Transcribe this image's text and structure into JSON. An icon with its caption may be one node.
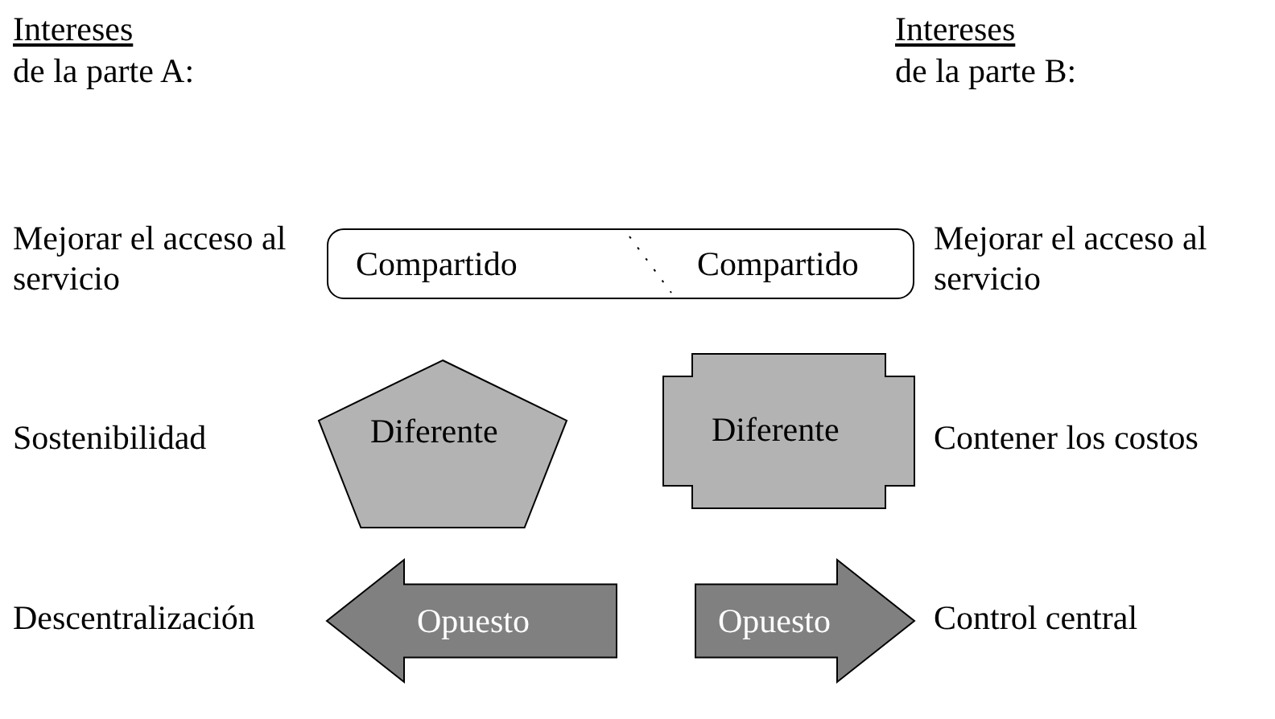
{
  "diagram": {
    "nodes": [
      {
        "text": [
          "Compartido",
          "Compartido"
        ]
      },
      {
        "text": [
          "Diferente"
        ]
      },
      {
        "text": [
          "Diferente"
        ]
      },
      {
        "text": [
          "Opuesto"
        ]
      },
      {
        "text": [
          "Opuesto"
        ]
      }
    ],
    "labels": [
      "Intereses",
      "Intereses",
      "de la parte A:",
      "de la parte B:",
      "Mejorar el acceso al servicio",
      "Mejorar el acceso al servicio",
      "Sostenibilidad",
      "Contener los costos",
      "Descentralización",
      "Control central"
    ]
  }
}
